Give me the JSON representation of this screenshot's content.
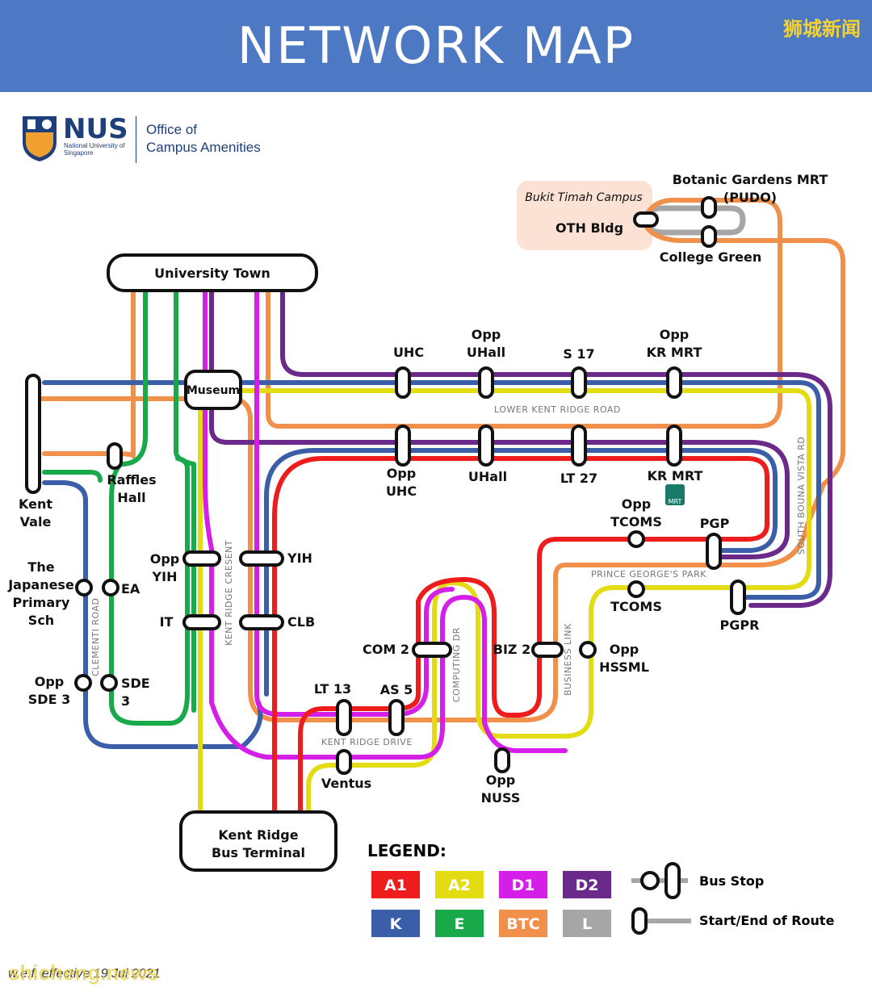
{
  "header": {
    "title": "NETWORK MAP",
    "watermark_cn": "狮城新闻"
  },
  "logo": {
    "name": "NUS",
    "subtitle": "National University of Singapore",
    "office": "Office of\nCampus Amenities"
  },
  "campus_note": {
    "campus": "Bukit Timah Campus",
    "building": "OTH Bldg"
  },
  "places": {
    "botanic": "Botanic Gardens MRT (PUDO)",
    "college_green": "College Green",
    "utown": "University Town",
    "museum": "Museum",
    "uhc": "UHC",
    "opp_uhall": "Opp\nUHall",
    "s17": "S 17",
    "opp_kr_mrt": "Opp\nKR MRT",
    "opp_uhc": "Opp\nUHC",
    "uhall": "UHall",
    "lt27": "LT 27",
    "kr_mrt": "KR MRT",
    "raffles": "Raffles\nHall",
    "kent_vale": "Kent\nVale",
    "opp_tcoms": "Opp\nTCOMS",
    "pgp": "PGP",
    "tcoms": "TCOMS",
    "pgpr": "PGPR",
    "japanese": "The\nJapanese\nPrimary\nSch",
    "ea": "EA",
    "opp_yih": "Opp\nYIH",
    "yih": "YIH",
    "it": "IT",
    "clb": "CLB",
    "com2": "COM 2",
    "biz2": "BIZ 2",
    "opp_hssml": "Opp\nHSSML",
    "opp_sde3": "Opp\nSDE 3",
    "sde3": "SDE 3",
    "lt13": "LT 13",
    "as5": "AS 5",
    "ventus": "Ventus",
    "opp_nuss": "Opp\nNUSS",
    "terminal": "Kent Ridge\nBus Terminal"
  },
  "roads": {
    "lower_kent_ridge": "LOWER KENT RIDGE ROAD",
    "south_buona_vista": "SOUTH BOUNA VISTA RD",
    "prince_georges": "PRINCE GEORGE'S PARK",
    "kent_ridge_cresent": "KENT RIDGE CRESENT",
    "clementi": "CLEMENTI ROAD",
    "computing": "COMPUTING DR",
    "business_link": "BUSINESS LINK",
    "kent_ridge_drive": "KENT RIDGE DRIVE"
  },
  "mrt_badge": "MRT",
  "legend": {
    "title": "LEGEND:",
    "routes": [
      {
        "code": "A1",
        "color": "#ee1c1c"
      },
      {
        "code": "A2",
        "color": "#e3dc12"
      },
      {
        "code": "D1",
        "color": "#d51fe8"
      },
      {
        "code": "D2",
        "color": "#6b2a8a"
      },
      {
        "code": "K",
        "color": "#3a5ea8"
      },
      {
        "code": "E",
        "color": "#17a94a"
      },
      {
        "code": "BTC",
        "color": "#f0904a"
      },
      {
        "code": "L",
        "color": "#a6a6a6"
      }
    ],
    "bus_stop": "Bus Stop",
    "start_end": "Start/End of Route"
  },
  "footer": "w.e.f. effective 19 Jul 2021",
  "footer_watermark": "shicheng.news"
}
